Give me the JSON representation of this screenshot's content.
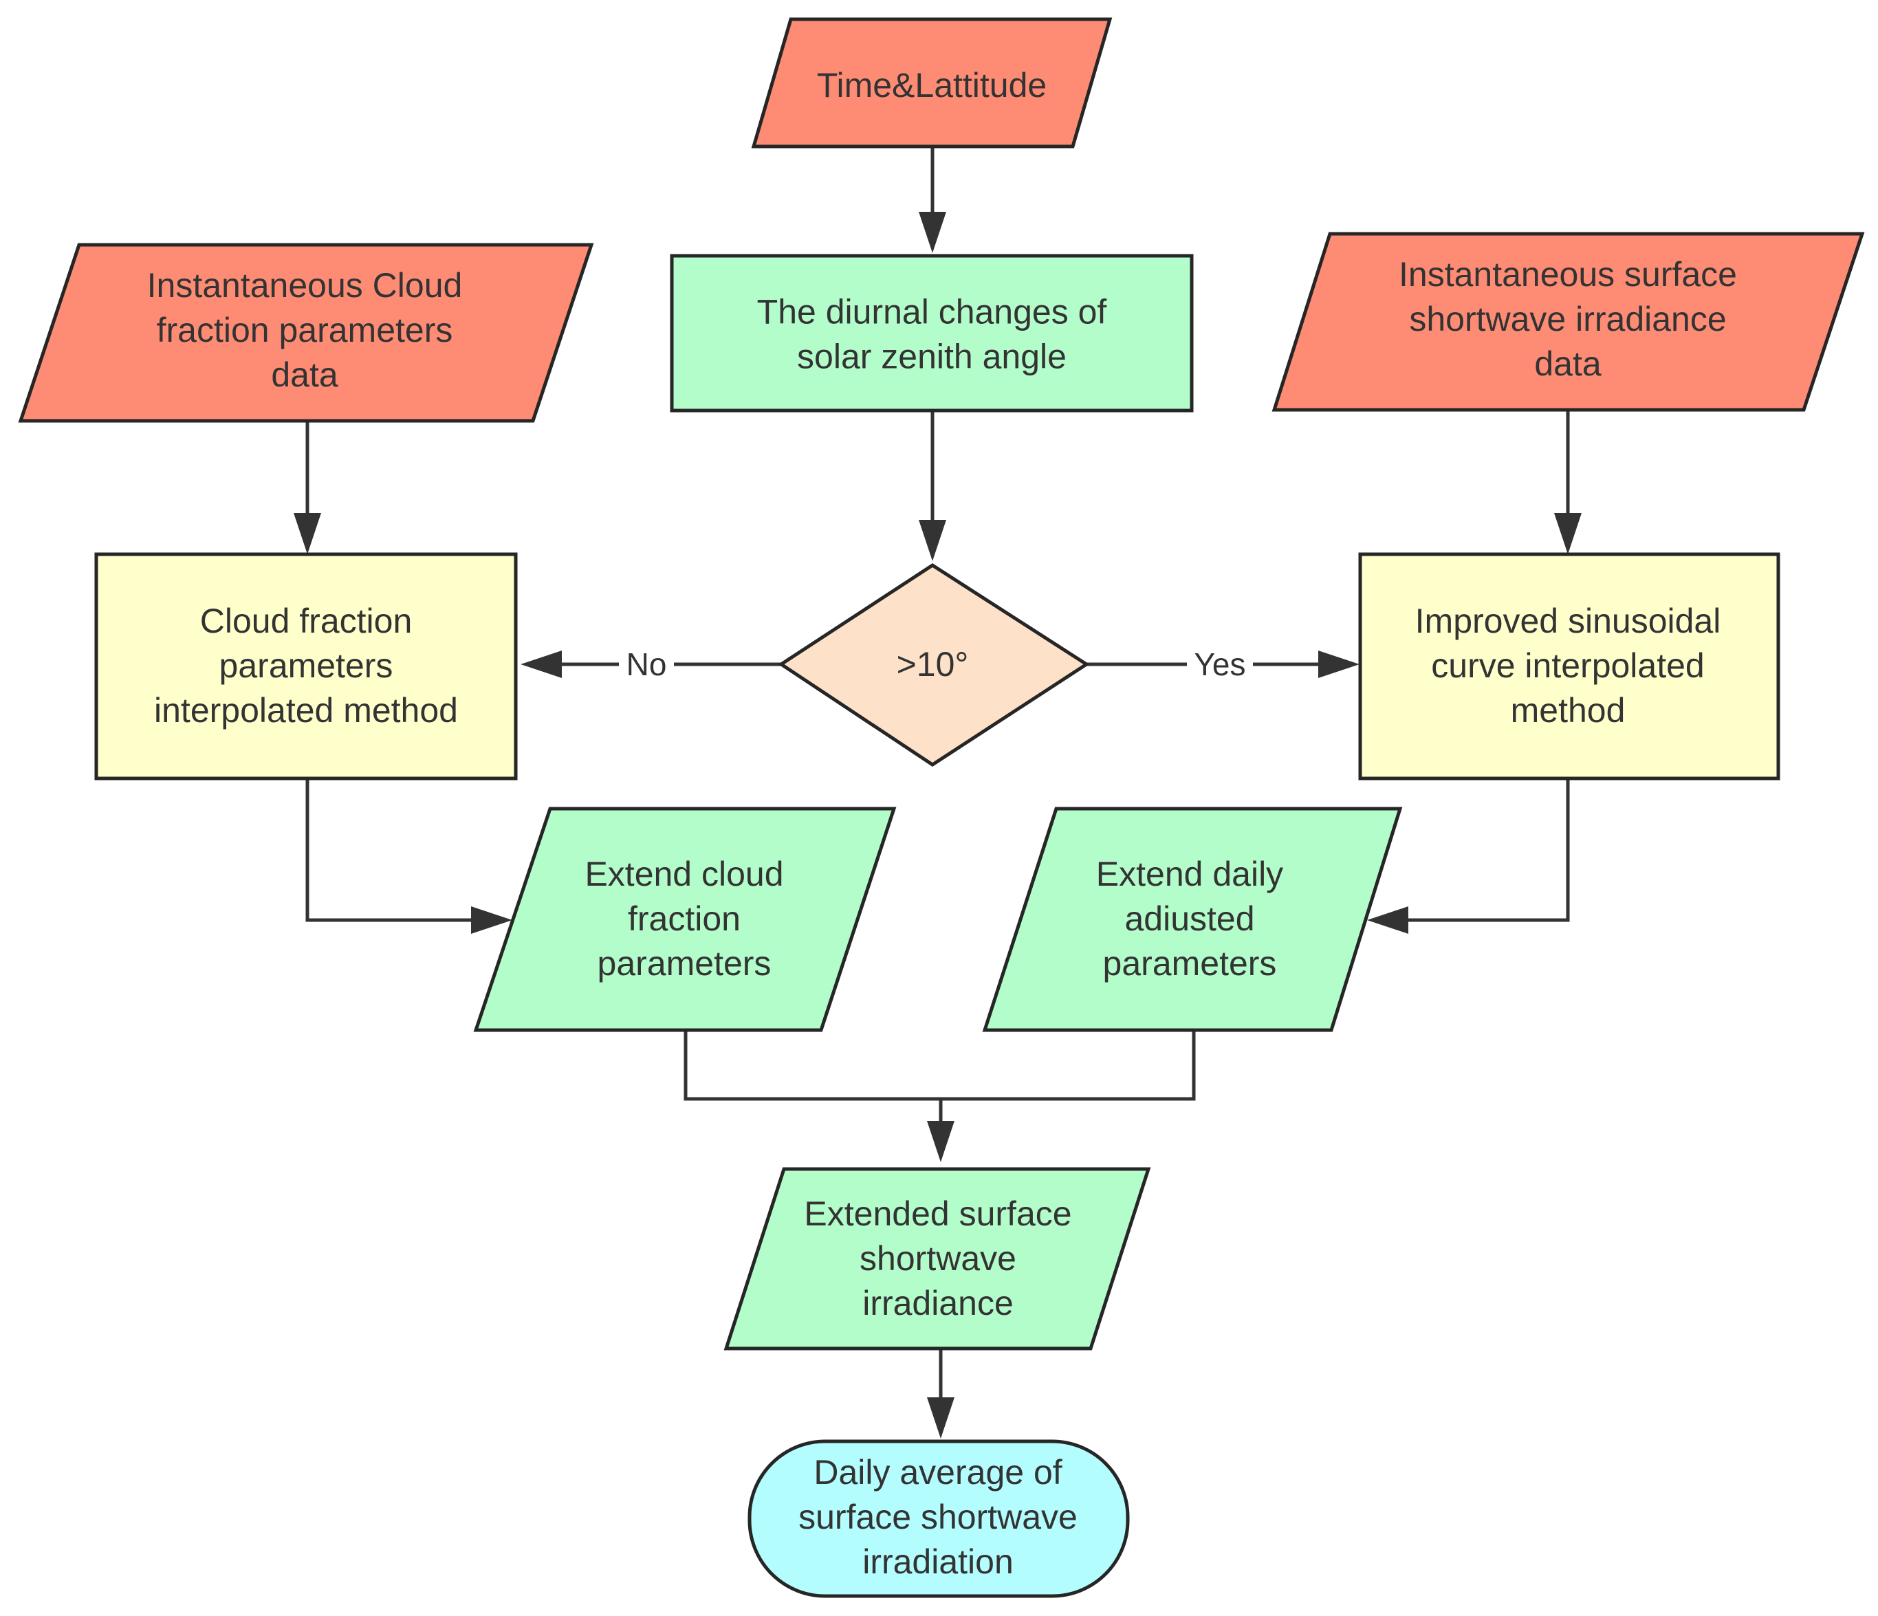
{
  "colors": {
    "input": "#fe8c75",
    "process_green": "#b3fdcb",
    "method": "#ffffcc",
    "decision": "#fde2c9",
    "terminal": "#b3fdfe",
    "stroke": "#262626",
    "text": "#333333"
  },
  "nodes": {
    "time_latitude": {
      "lines": [
        "Time&Lattitude"
      ]
    },
    "diurnal_changes": {
      "lines": [
        "The diurnal changes of",
        "solar zenith angle"
      ]
    },
    "cloud_input": {
      "lines": [
        "Instantaneous Cloud",
        "fraction parameters",
        "data"
      ]
    },
    "irradiance_input": {
      "lines": [
        "Instantaneous surface",
        "shortwave irradiance",
        "data"
      ]
    },
    "decision": {
      "lines": [
        ">10°"
      ]
    },
    "cloud_method": {
      "lines": [
        "Cloud fraction",
        "parameters",
        "interpolated method"
      ]
    },
    "sinusoidal_method": {
      "lines": [
        "Improved sinusoidal",
        "curve interpolated",
        "method"
      ]
    },
    "extend_cloud": {
      "lines": [
        "Extend cloud",
        "fraction",
        "parameters"
      ]
    },
    "extend_daily": {
      "lines": [
        "Extend daily",
        "adiusted",
        "parameters"
      ]
    },
    "extended_irradiance": {
      "lines": [
        "Extended surface",
        "shortwave",
        "irradiance"
      ]
    },
    "daily_average": {
      "lines": [
        "Daily average of",
        "surface shortwave",
        "irradiation"
      ]
    }
  },
  "edges": {
    "no_label": "No",
    "yes_label": "Yes"
  }
}
